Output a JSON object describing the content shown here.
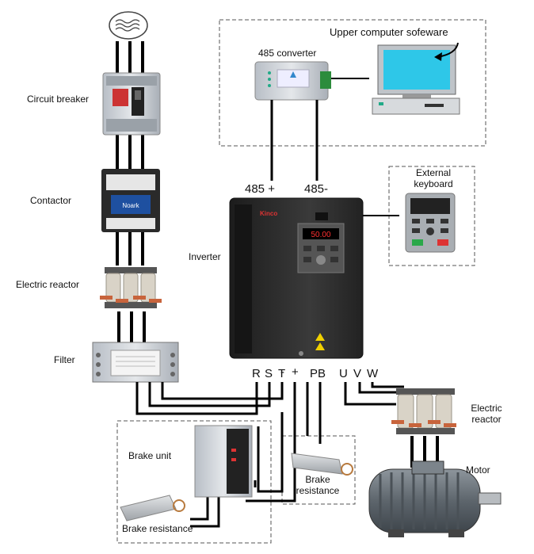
{
  "labels": {
    "upper_software": "Upper computer sofeware",
    "converter_485": "485 converter",
    "circuit_breaker": "Circuit breaker",
    "contactor": "Contactor",
    "electric_reactor_left": "Electric reactor",
    "filter": "Filter",
    "inverter": "Inverter",
    "external_keyboard": "External keyboard",
    "port_485_plus": "485 +",
    "port_485_minus": "485-",
    "brake_unit": "Brake unit",
    "brake_resistance_left": "Brake resistance",
    "brake_resistance_right": "Brake resistance",
    "electric_reactor_right": "Electric reactor",
    "motor": "Motor"
  },
  "terminals": [
    "R",
    "S",
    "T",
    "-",
    "+",
    "PB",
    "U",
    "V",
    "W"
  ],
  "device_text": {
    "inverter_brand": "Kinco",
    "inverter_display": "50.00",
    "contactor_brand": "Noark"
  },
  "colors": {
    "wire": "#000000",
    "dashed_border": "#555555",
    "device_gray": "#c9ced4",
    "inverter_body": "#2b2b2b",
    "monitor_screen": "#2ec7e8",
    "reactor_coil": "#d9d3c7",
    "copper": "#c8643c",
    "display_red": "#ff3030",
    "warning_yellow": "#f0d000"
  }
}
